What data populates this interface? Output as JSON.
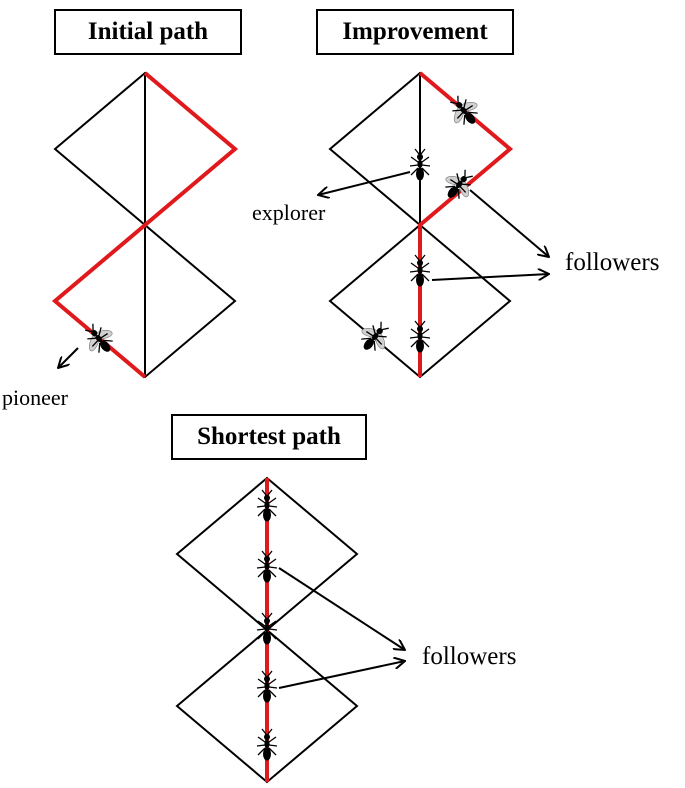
{
  "panels": {
    "initial": {
      "title": "Initial path",
      "label": "pioneer"
    },
    "improvement": {
      "title": "Improvement",
      "explorer_label": "explorer",
      "followers_label": "followers"
    },
    "shortest": {
      "title": "Shortest path",
      "followers_label": "followers"
    }
  },
  "colors": {
    "path": "#e0191c",
    "edge": "#000000",
    "ant": "#000000"
  },
  "icons": [
    "ant-icon"
  ]
}
